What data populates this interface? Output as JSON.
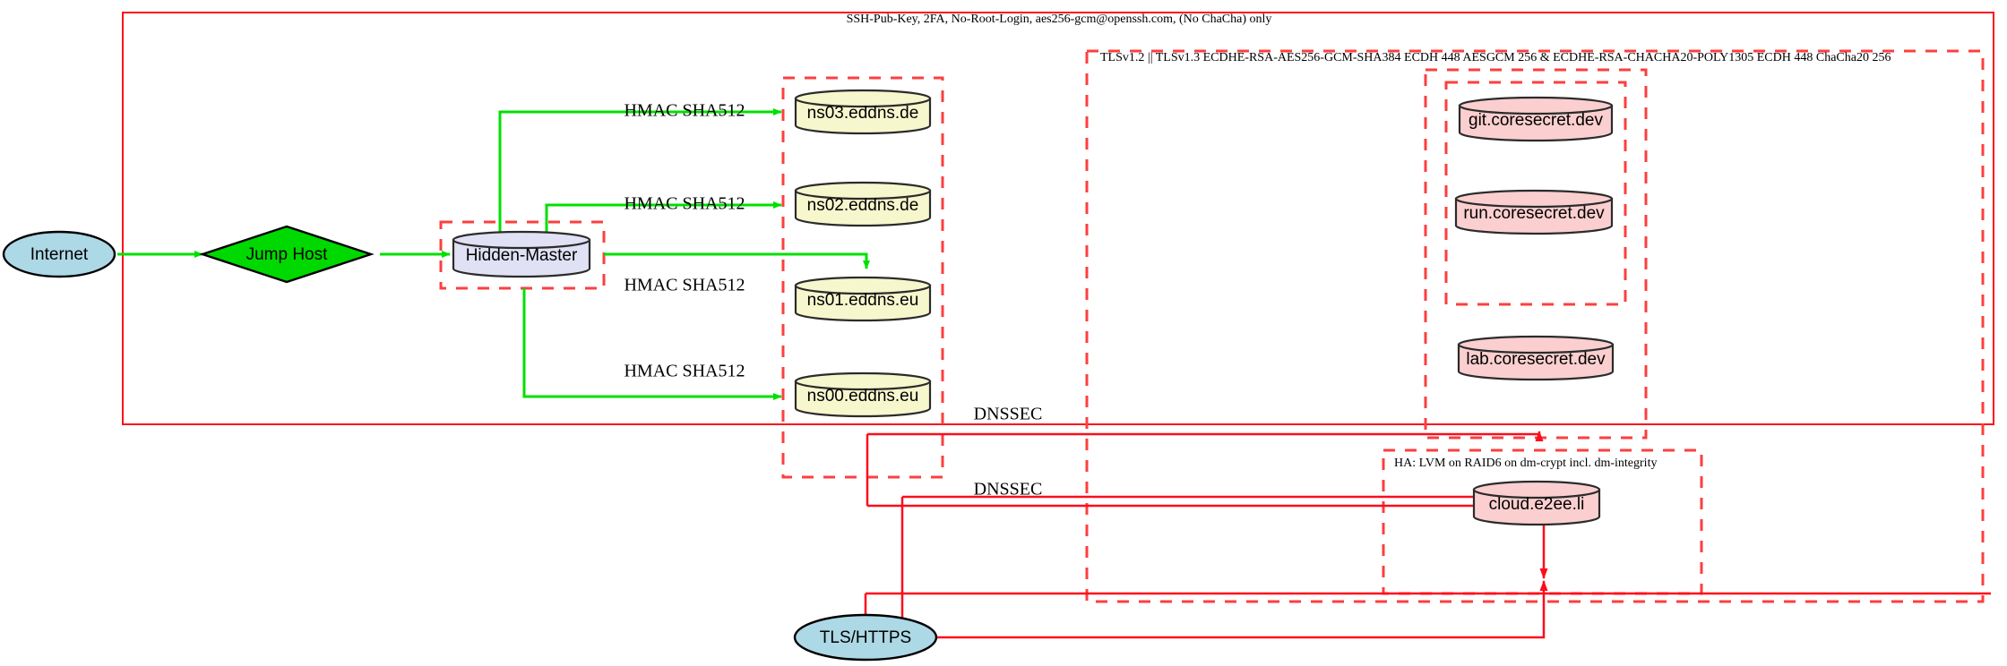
{
  "diagram": {
    "title_note": "SSH-Pub-Key, 2FA, No-Root-Login, aes256-gcm@openssh.com, (No ChaCha) only",
    "clusters": {
      "outer_ssh": {
        "label": "SSH-Pub-Key, 2FA, No-Root-Login, aes256-gcm@openssh.com, (No ChaCha) only"
      },
      "tls_zone": {
        "label": "TLSv1.2 || TLSv1.3 ECDHE-RSA-AES256-GCM-SHA384 ECDH 448 AESGCM 256 & ECDHE-RSA-CHACHA20-POLY1305 ECDH 448 ChaCha20 256"
      },
      "ha_zone": {
        "label": "HA: LVM on RAID6 on dm-crypt incl. dm-integrity"
      },
      "hidden_master_zone": {
        "label": ""
      },
      "dns_zone": {
        "label": ""
      },
      "coresecret_zone": {
        "label": ""
      },
      "inner_services_zone": {
        "label": ""
      }
    },
    "nodes": {
      "internet": {
        "label": "Internet",
        "shape": "ellipse",
        "fill": "#add8e6"
      },
      "jump_host": {
        "label": "Jump Host",
        "shape": "diamond",
        "fill": "#00d900"
      },
      "hidden_master": {
        "label": "Hidden-Master",
        "shape": "cylinder",
        "fill": "#e1e1f5"
      },
      "ns03": {
        "label": "ns03.eddns.de",
        "shape": "cylinder",
        "fill": "#f7f7ce"
      },
      "ns02": {
        "label": "ns02.eddns.de",
        "shape": "cylinder",
        "fill": "#f7f7ce"
      },
      "ns01": {
        "label": "ns01.eddns.eu",
        "shape": "cylinder",
        "fill": "#f7f7ce"
      },
      "ns00": {
        "label": "ns00.eddns.eu",
        "shape": "cylinder",
        "fill": "#f7f7ce"
      },
      "git": {
        "label": "git.coresecret.dev",
        "shape": "cylinder",
        "fill": "#fbcfcf"
      },
      "run": {
        "label": "run.coresecret.dev",
        "shape": "cylinder",
        "fill": "#fbcfcf"
      },
      "lab": {
        "label": "lab.coresecret.dev",
        "shape": "cylinder",
        "fill": "#fbcfcf"
      },
      "cloud": {
        "label": "cloud.e2ee.li",
        "shape": "cylinder",
        "fill": "#fbcfcf"
      },
      "tls_https": {
        "label": "TLS/HTTPS",
        "shape": "ellipse",
        "fill": "#add8e6"
      }
    },
    "edge_labels": {
      "hmac_ns03": "HMAC SHA512",
      "hmac_ns02": "HMAC SHA512",
      "hmac_ns01": "HMAC SHA512",
      "hmac_ns00": "HMAC SHA512",
      "dnssec_upper": "DNSSEC",
      "dnssec_lower": "DNSSEC"
    },
    "colors": {
      "frame_red": "#fc0d1b",
      "dashed_red": "#fc3f3f",
      "green_edge": "#00e000",
      "ellipse_blue": "#add8e6",
      "diamond_green": "#00d900",
      "cylinder_yellow": "#f7f7ce",
      "cylinder_pink": "#fbcfcf",
      "cylinder_lavender": "#e1e1f5"
    }
  }
}
